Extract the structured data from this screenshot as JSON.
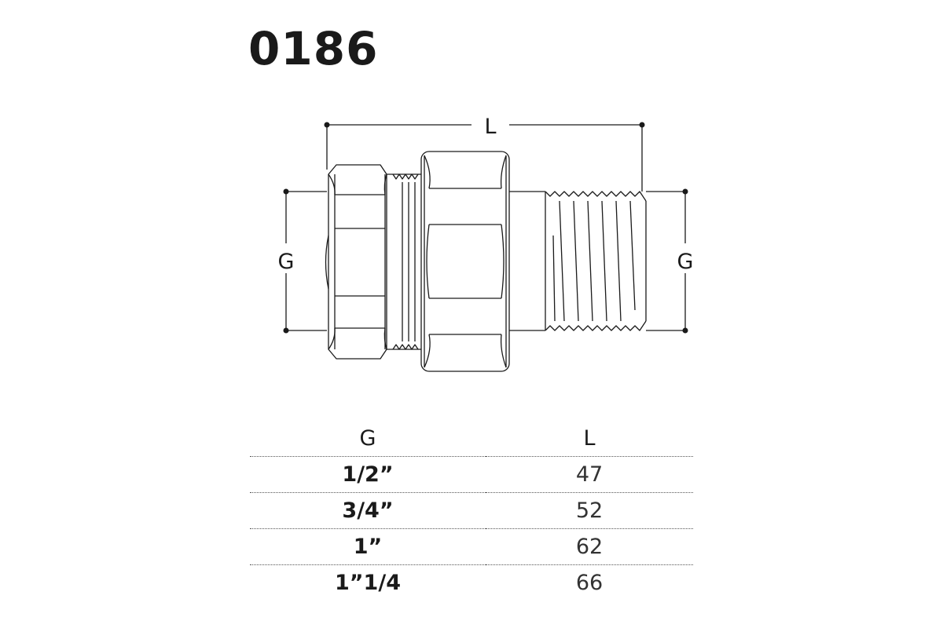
{
  "title": "0186",
  "diagram": {
    "label_length": "L",
    "label_g_left": "G",
    "label_g_right": "G"
  },
  "table": {
    "headers": [
      "G",
      "L"
    ],
    "rows": [
      {
        "g": "1/2”",
        "l": "47"
      },
      {
        "g": "3/4”",
        "l": "52"
      },
      {
        "g": "1”",
        "l": "62"
      },
      {
        "g": "1”1/4",
        "l": "66"
      }
    ]
  },
  "colors": {
    "line": "#1a1a1a",
    "divider": "#555555"
  }
}
